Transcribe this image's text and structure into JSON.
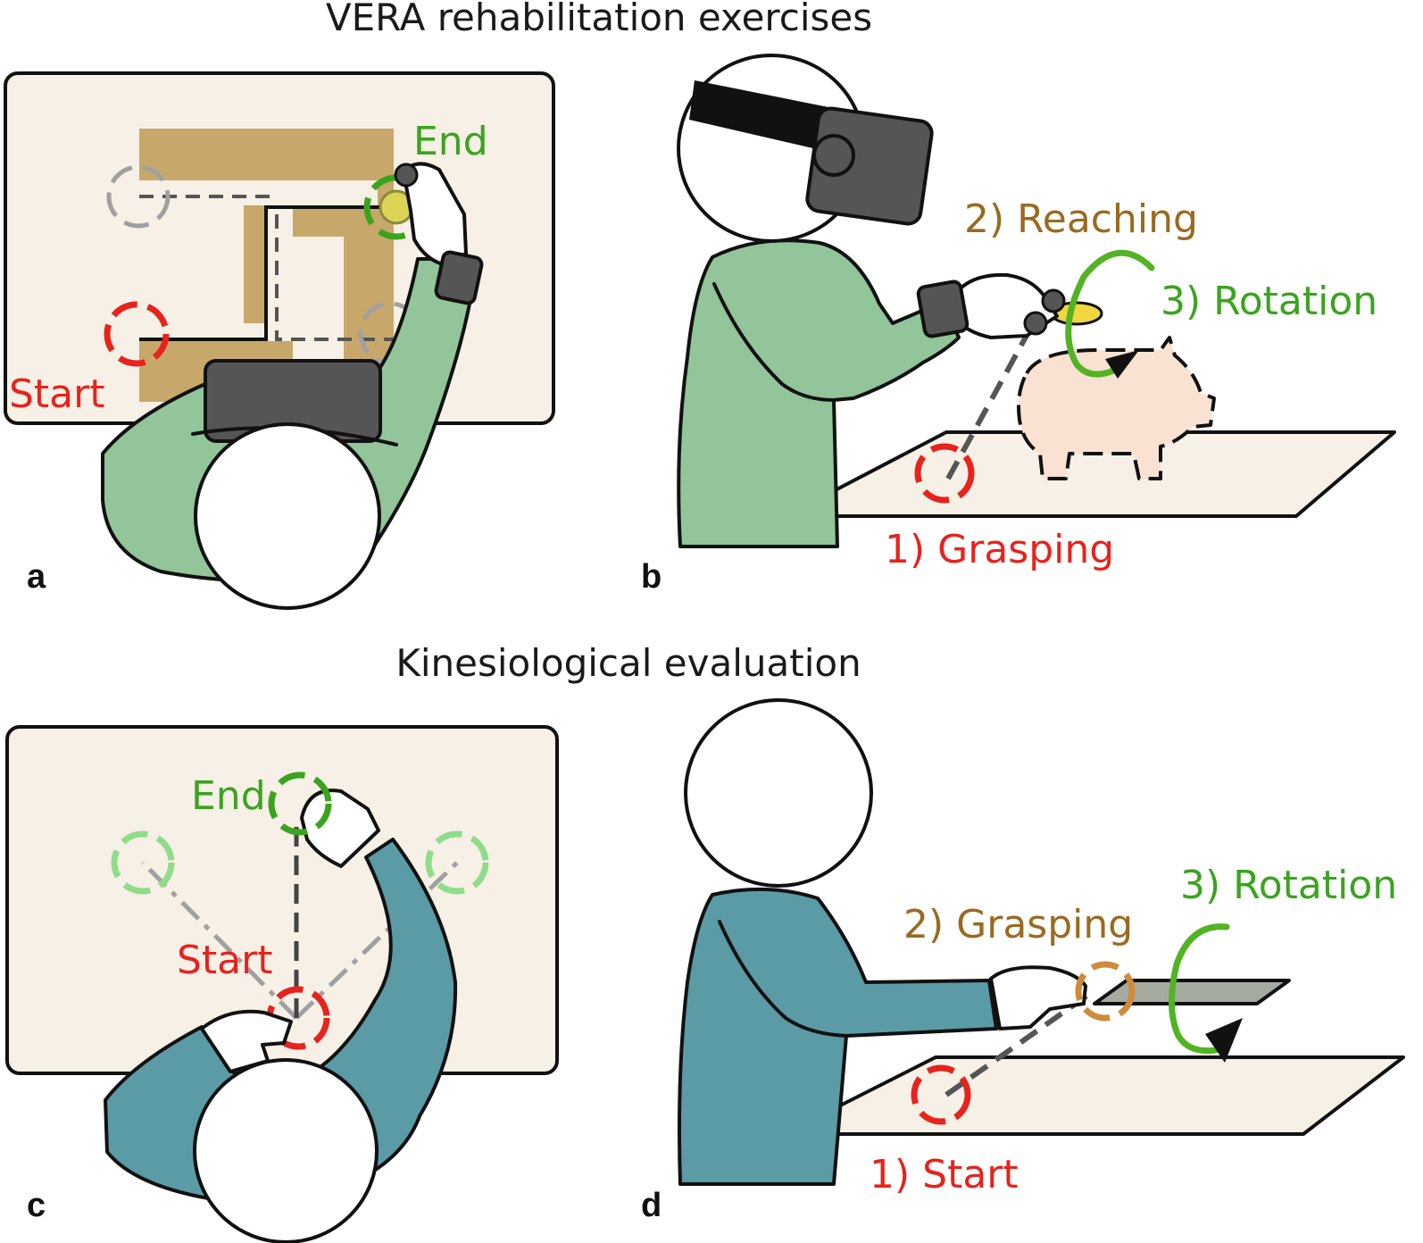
{
  "titles": {
    "top": "VERA rehabilitation exercises",
    "bottom": "Kinesiological evaluation"
  },
  "panels": {
    "a": {
      "letter": "a",
      "end_label": "End",
      "start_label": "Start"
    },
    "b": {
      "letter": "b",
      "step1": "1) Grasping",
      "step2": "2) Reaching",
      "step3": "3) Rotation"
    },
    "c": {
      "letter": "c",
      "end_label": "End",
      "start_label": "Start"
    },
    "d": {
      "letter": "d",
      "step1": "1) Start",
      "step2": "2) Grasping",
      "step3": "3) Rotation"
    }
  },
  "colors": {
    "end_green": "#3aa41e",
    "start_red": "#e8221c",
    "step_brown": "#9a6a1f",
    "shirt_green": "#92c59a",
    "shirt_teal": "#5a9ba6",
    "table_beige": "#f6f0e6",
    "maze_tan": "#c8a86a",
    "headset_gray": "#555555",
    "pig_pink": "#f9e2d2",
    "ghost_gray": "#a0a0a0",
    "light_green": "#8fdc8a",
    "grasp_orange": "#cf8a3a"
  },
  "icons": {
    "vr_headset": "vr-headset-icon",
    "wrist_tracker": "wrist-tracker-icon",
    "piggy_bank": "piggy-bank-icon",
    "rotation_arrow": "rotation-arrow-icon",
    "target_circle": "dashed-target-circle-icon"
  }
}
